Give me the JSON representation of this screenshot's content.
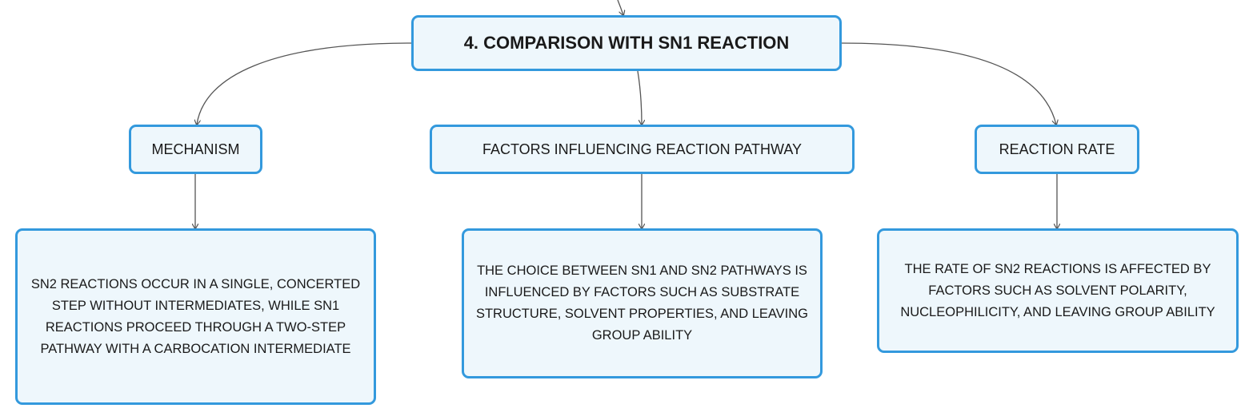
{
  "colors": {
    "node_border": "#3399dd",
    "node_fill": "#eef7fc",
    "connector": "#555555",
    "text": "#1a1a1a"
  },
  "root": {
    "label": "4. COMPARISON WITH SN1 REACTION"
  },
  "branches": [
    {
      "label": "MECHANISM",
      "detail": "SN2 REACTIONS OCCUR IN A SINGLE, CONCERTED STEP WITHOUT INTERMEDIATES, WHILE SN1 REACTIONS PROCEED THROUGH A TWO-STEP PATHWAY WITH A CARBOCATION INTERMEDIATE"
    },
    {
      "label": "FACTORS INFLUENCING REACTION PATHWAY",
      "detail": "THE CHOICE BETWEEN SN1 AND SN2 PATHWAYS IS INFLUENCED BY FACTORS SUCH AS SUBSTRATE STRUCTURE, SOLVENT PROPERTIES, AND LEAVING GROUP ABILITY"
    },
    {
      "label": "REACTION RATE",
      "detail": "THE RATE OF SN2 REACTIONS IS AFFECTED BY FACTORS SUCH AS SOLVENT POLARITY, NUCLEOPHILICITY, AND LEAVING GROUP ABILITY"
    }
  ]
}
